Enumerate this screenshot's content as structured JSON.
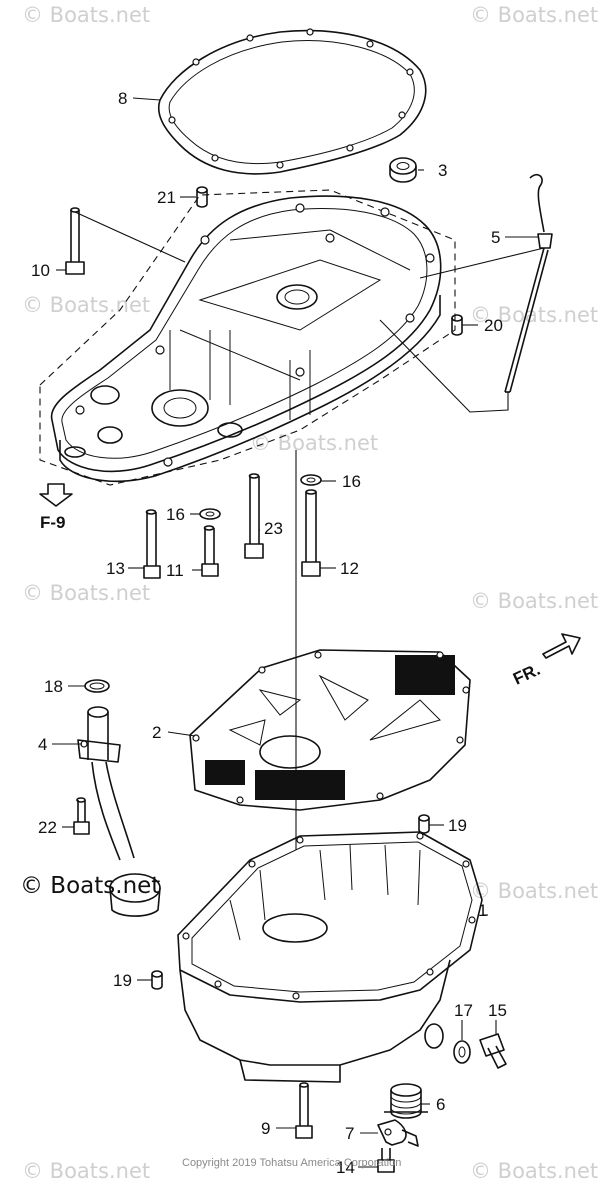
{
  "watermarks": [
    "© Boats.net",
    "© Boats.net",
    "© Boats.net",
    "© Boats.net",
    "© Boats.net",
    "© Boats.net",
    "© Boats.net",
    "© Boats.net",
    "© Boats.net",
    "© Boats.net"
  ],
  "watermark_dark": "© Boats.net",
  "copyright": "Copyright 2019 Tohatsu America Corporation",
  "direction_label": "FR.",
  "reference_label": "F-9",
  "callouts": {
    "p1": "1",
    "p2": "2",
    "p3": "3",
    "p4": "4",
    "p5": "5",
    "p6": "6",
    "p7": "7",
    "p8": "8",
    "p9": "9",
    "p10": "10",
    "p11": "11",
    "p12": "12",
    "p13": "13",
    "p14": "14",
    "p15": "15",
    "p16a": "16",
    "p16b": "16",
    "p17": "17",
    "p18": "18",
    "p19a": "19",
    "p19b": "19",
    "p20": "20",
    "p21": "21",
    "p22": "22",
    "p23": "23"
  }
}
